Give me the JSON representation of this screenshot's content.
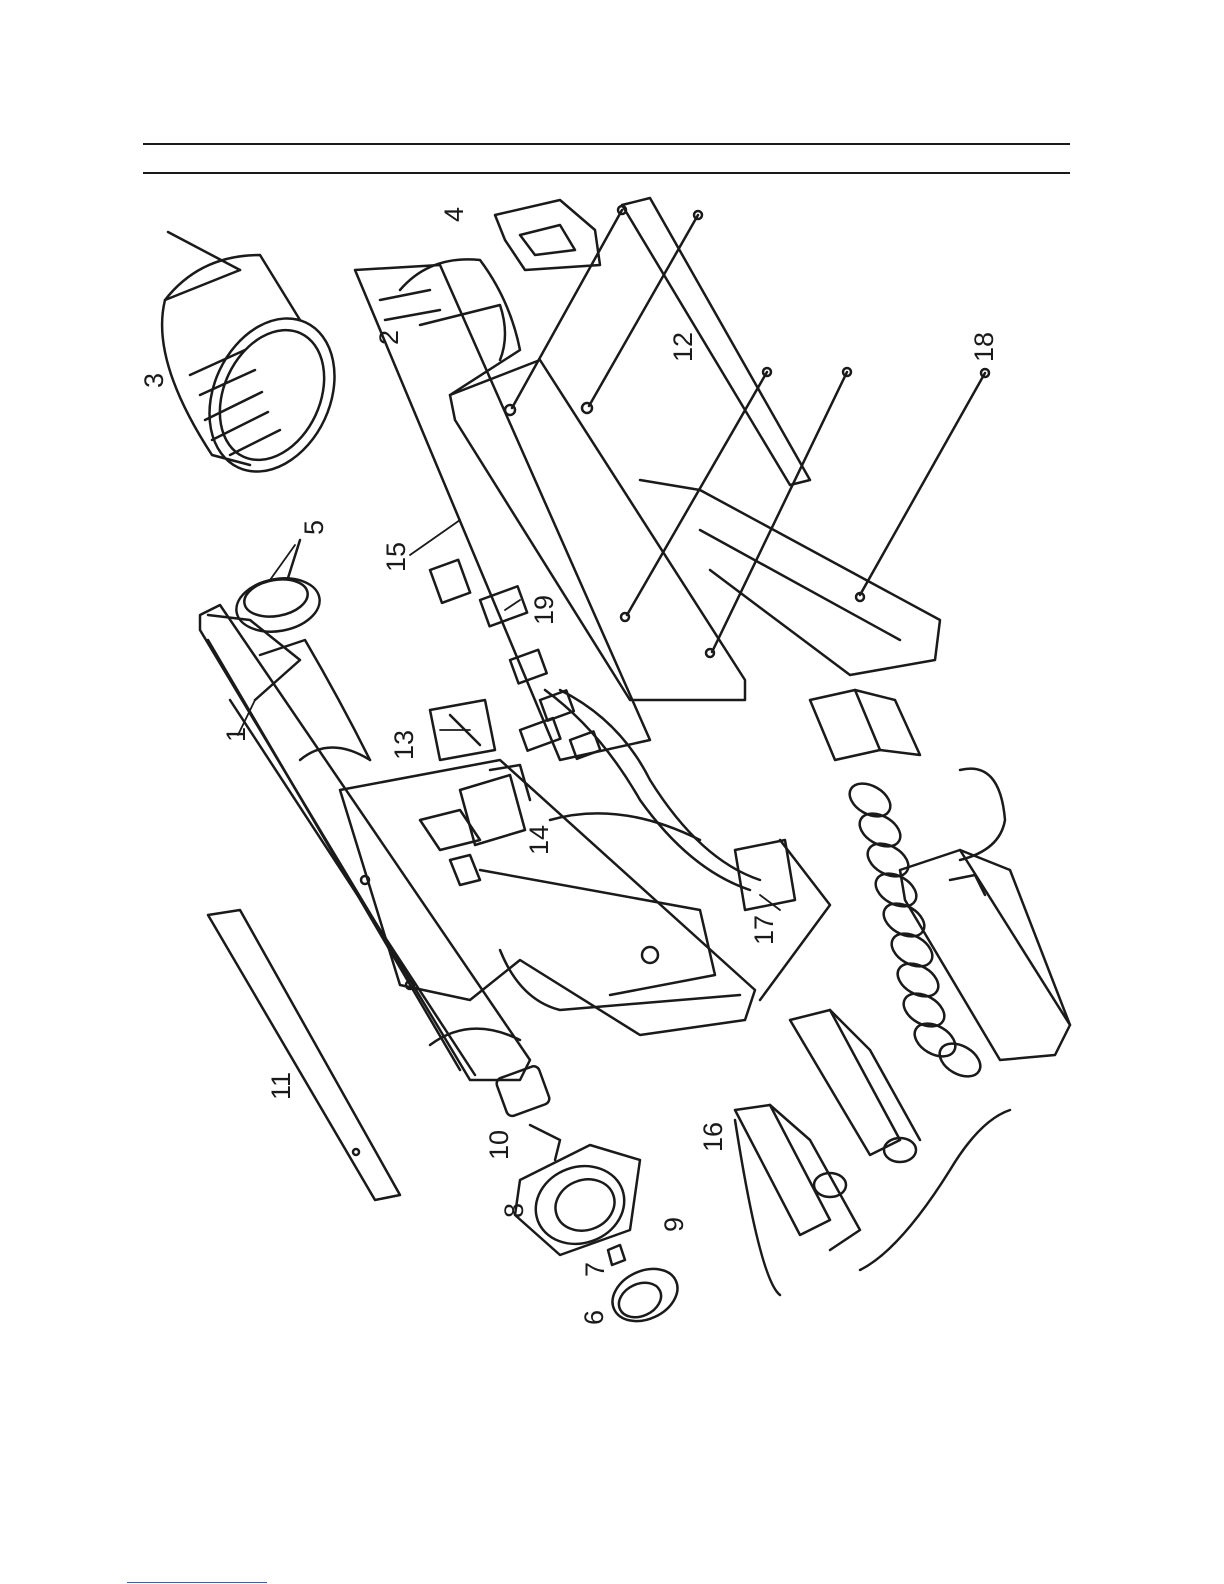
{
  "diagram": {
    "part_labels": [
      {
        "id": "p1",
        "text": "1"
      },
      {
        "id": "p2",
        "text": "2"
      },
      {
        "id": "p3",
        "text": "3"
      },
      {
        "id": "p4",
        "text": "4"
      },
      {
        "id": "p5",
        "text": "5"
      },
      {
        "id": "p6",
        "text": "6"
      },
      {
        "id": "p7",
        "text": "7"
      },
      {
        "id": "p8",
        "text": "8"
      },
      {
        "id": "p9",
        "text": "9"
      },
      {
        "id": "p10",
        "text": "10"
      },
      {
        "id": "p11",
        "text": "11"
      },
      {
        "id": "p12",
        "text": "12"
      },
      {
        "id": "p13",
        "text": "13"
      },
      {
        "id": "p14",
        "text": "14"
      },
      {
        "id": "p15",
        "text": "15"
      },
      {
        "id": "p16",
        "text": "16"
      },
      {
        "id": "p17",
        "text": "17"
      },
      {
        "id": "p18",
        "text": "18"
      },
      {
        "id": "p19",
        "text": "19"
      }
    ]
  },
  "colors": {
    "ink": "#1a1a1a",
    "paper": "#ffffff",
    "footer_rule": "#3a59d6"
  }
}
